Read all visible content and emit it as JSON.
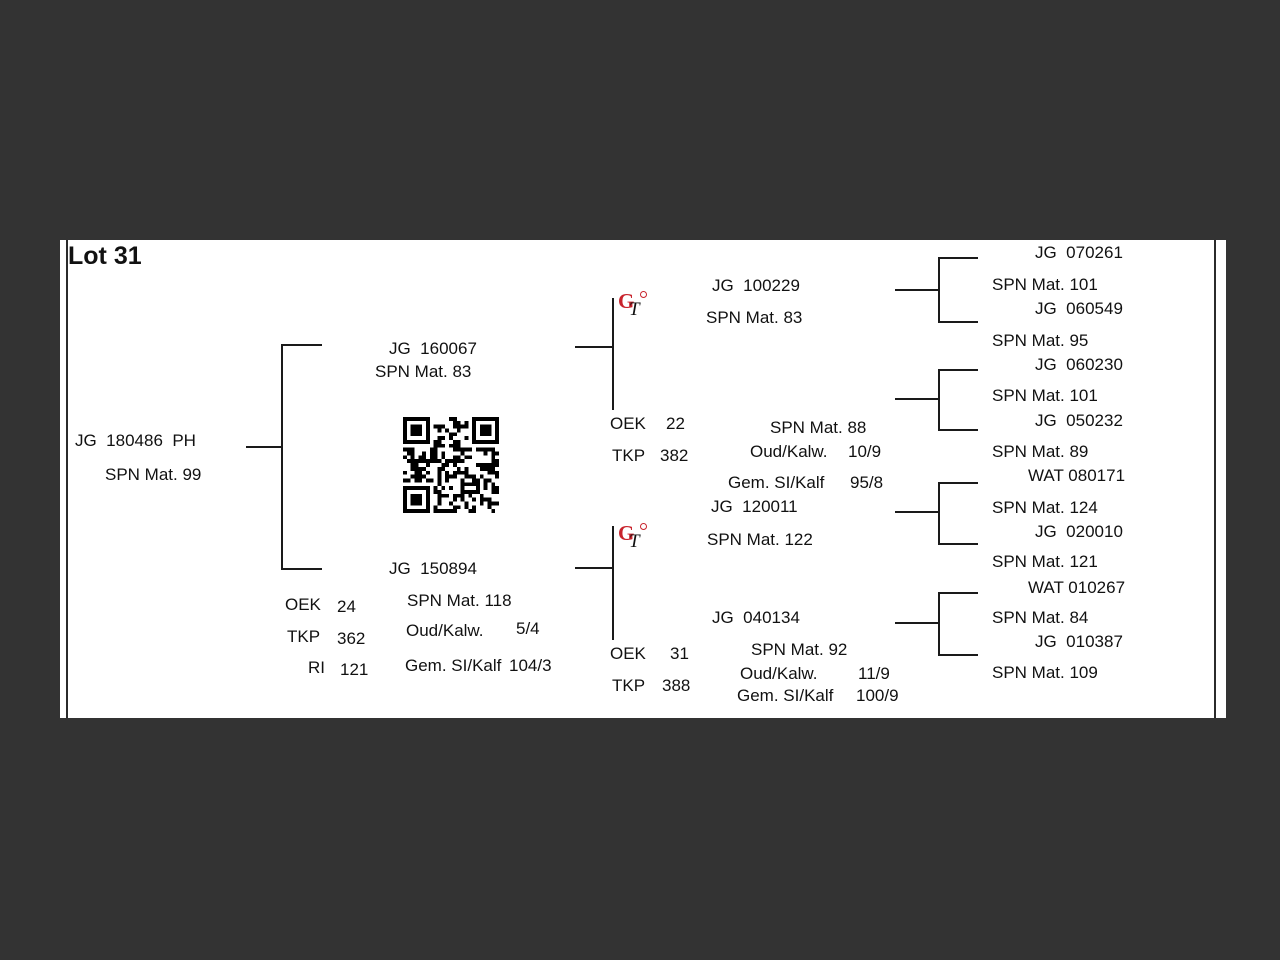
{
  "page": {
    "title": "Lot 31"
  },
  "icons": {
    "gt_logo_g": "G",
    "gt_logo_t": "T",
    "qr_code": "qr-code"
  },
  "pedigree": {
    "subject": {
      "name": "JG  180486  PH",
      "milk": "SPN Mat. 99"
    },
    "sire": {
      "name": "JG  160067",
      "milk": "SPN Mat. 83",
      "stats": [
        {
          "label": "OEK",
          "value": "22"
        },
        {
          "label": "TKP",
          "value": "382"
        }
      ]
    },
    "dam": {
      "name": "JG  150894",
      "milk": "SPN Mat. 118",
      "oud_kalw_label": "Oud/Kalw.",
      "oud_kalw_value": "5/4",
      "gem_si_kalf_label": "Gem. SI/Kalf",
      "gem_si_kalf_value": "104/3",
      "stats": [
        {
          "label": "OEK",
          "value": "24"
        },
        {
          "label": "TKP",
          "value": "362"
        },
        {
          "label": "RI",
          "value": "121"
        }
      ]
    },
    "sire_sire": {
      "name": "JG  100229",
      "milk": "SPN Mat. 83"
    },
    "sire_dam": {
      "milk": "SPN Mat. 88",
      "oud_kalw_label": "Oud/Kalw.",
      "oud_kalw_value": "10/9",
      "gem_si_kalf_label": "Gem. SI/Kalf",
      "gem_si_kalf_value": "95/8"
    },
    "dam_sire": {
      "name": "JG  120011",
      "milk": "SPN Mat. 122"
    },
    "dam_dam": {
      "name": "JG  040134",
      "milk": "SPN Mat. 92",
      "oud_kalw_label": "Oud/Kalw.",
      "oud_kalw_value": "11/9",
      "gem_si_kalf_label": "Gem. SI/Kalf",
      "gem_si_kalf_value": "100/9",
      "stats": [
        {
          "label": "OEK",
          "value": "31"
        },
        {
          "label": "TKP",
          "value": "388"
        }
      ]
    },
    "great_grandparents": [
      {
        "name": "JG  070261",
        "milk": "SPN Mat. 101"
      },
      {
        "name": "JG  060549",
        "milk": "SPN Mat. 95"
      },
      {
        "name": "JG  060230",
        "milk": "SPN Mat. 101"
      },
      {
        "name": "JG  050232",
        "milk": "SPN Mat. 89"
      },
      {
        "name": "WAT 080171",
        "milk": "SPN Mat. 124"
      },
      {
        "name": "JG  020010",
        "milk": "SPN Mat. 121"
      },
      {
        "name": "WAT 010267",
        "milk": "SPN Mat. 84"
      },
      {
        "name": "JG  010387",
        "milk": "SPN Mat. 109"
      }
    ]
  }
}
